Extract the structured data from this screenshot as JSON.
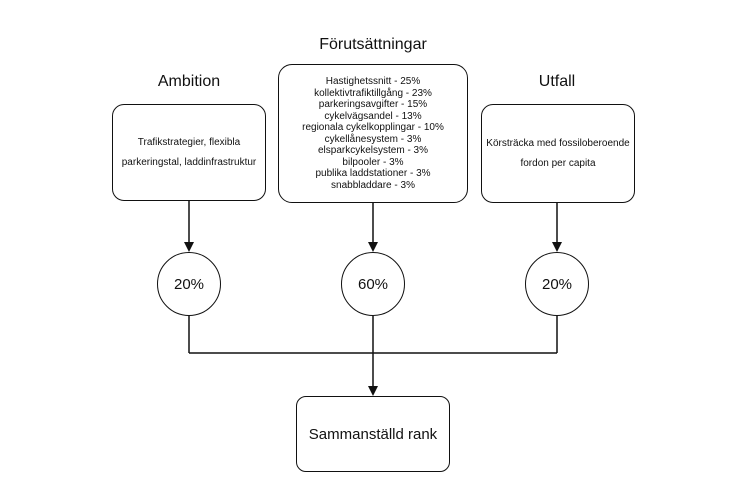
{
  "diagram": {
    "columns": {
      "ambition": {
        "heading": "Ambition",
        "box_text": "Trafikstrategier, flexibla parkeringstal, laddinfrastruktur",
        "weight": "20%"
      },
      "prerequisites": {
        "heading": "Förutsättningar",
        "items": [
          "Hastighetssnitt - 25%",
          "kollektivtrafiktillgång - 23%",
          "parkeringsavgifter - 15%",
          "cykelvägsandel - 13%",
          "regionala cykelkopplingar - 10%",
          "cykellånesystem - 3%",
          "elsparkcykelsystem - 3%",
          "bilpooler - 3%",
          "publika laddstationer - 3%",
          "snabbladdare - 3%"
        ],
        "weight": "60%"
      },
      "outcome": {
        "heading": "Utfall",
        "box_text": "Körsträcka med fossiloberoende fordon per capita",
        "weight": "20%"
      }
    },
    "result": {
      "label": "Sammanställd rank"
    }
  }
}
